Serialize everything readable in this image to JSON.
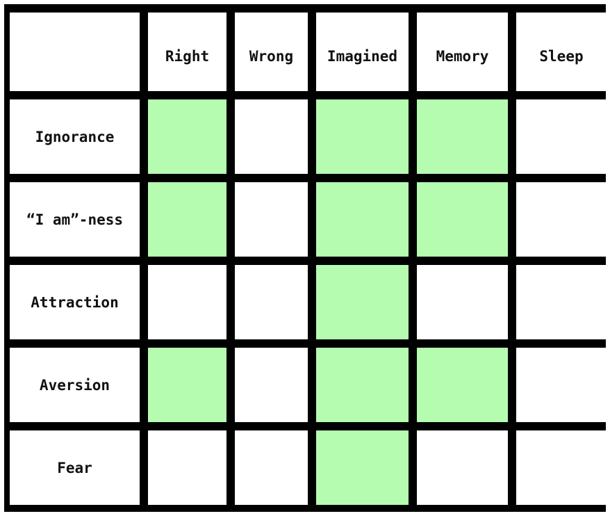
{
  "columns": [
    "Right",
    "Wrong",
    "Imagined",
    "Memory",
    "Sleep"
  ],
  "rows": [
    {
      "label": "Ignorance",
      "marked": [
        true,
        false,
        true,
        true,
        false
      ]
    },
    {
      "label": "“I am”-ness",
      "marked": [
        true,
        false,
        true,
        true,
        false
      ]
    },
    {
      "label": "Attraction",
      "marked": [
        false,
        false,
        true,
        false,
        false
      ]
    },
    {
      "label": "Aversion",
      "marked": [
        true,
        false,
        true,
        true,
        false
      ]
    },
    {
      "label": "Fear",
      "marked": [
        false,
        false,
        true,
        false,
        false
      ]
    }
  ],
  "colors": {
    "marked": "#b5fcb1",
    "unmarked": "#ffffff",
    "border": "#000000"
  }
}
